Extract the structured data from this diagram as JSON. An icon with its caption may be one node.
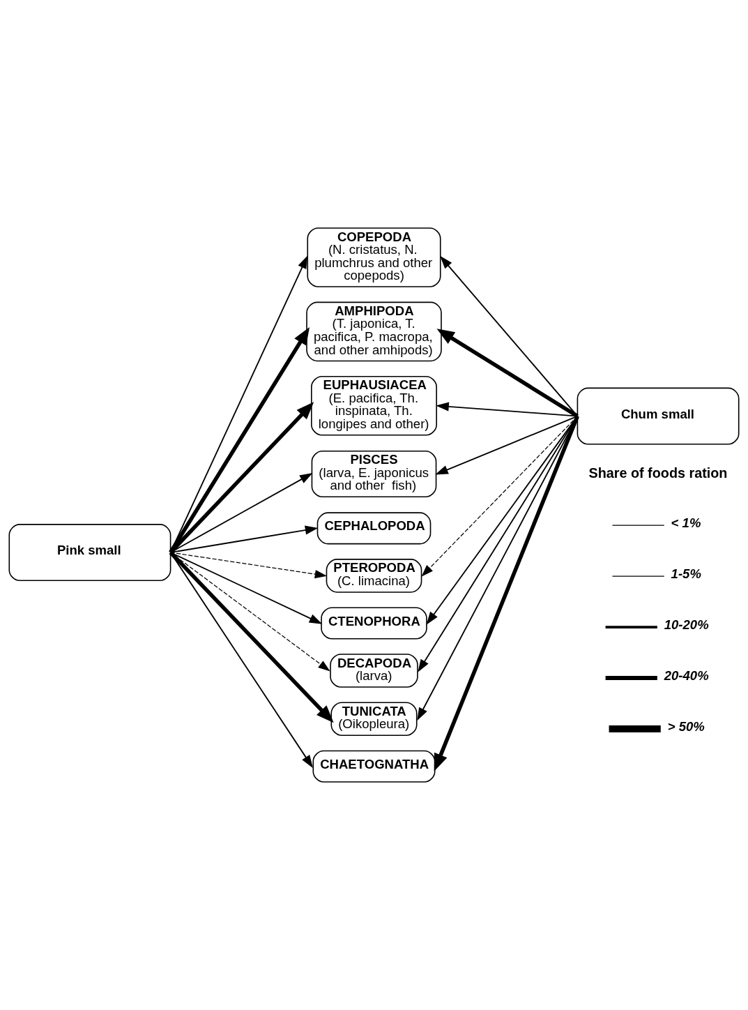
{
  "diagram": {
    "nodes": [
      {
        "text": [
          "COPEPODA",
          "(N. cristatus, N. plumchrus and other copepods)"
        ]
      },
      {
        "text": [
          "AMPHIPODA",
          "(T. japonica, T. pacifica, P. macropa, and other amhipods)"
        ]
      },
      {
        "text": [
          "Pink small"
        ]
      },
      {
        "text": [
          "EUPHAUSIACEA",
          "(E. pacifica, Th. inspinata, Th. longipes and other)"
        ]
      },
      {
        "text": [
          "Chum small"
        ]
      },
      {
        "text": [
          "PISCES",
          "(larva, E. japonicus and other  fish)"
        ]
      },
      {
        "text": [
          "CEPHALOPODA"
        ]
      },
      {
        "text": [
          "PTEROPODA",
          "(C. limacina)"
        ]
      },
      {
        "text": [
          "CTENOPHORA"
        ]
      },
      {
        "text": [
          "DECAPODA",
          "(larva)"
        ]
      },
      {
        "text": [
          "TUNICATA",
          "(Oikopleura)"
        ]
      },
      {
        "text": [
          "CHAETOGNATHA"
        ]
      }
    ],
    "edges": [
      {
        "from": 2,
        "to": 0,
        "arrow": "to"
      },
      {
        "from": 2,
        "to": 1,
        "arrow": "to",
        "style": "thick"
      },
      {
        "from": 2,
        "to": 3,
        "arrow": "to",
        "style": "thick"
      },
      {
        "from": 2,
        "to": 5,
        "arrow": "to"
      },
      {
        "from": 2,
        "to": 6,
        "arrow": "to"
      },
      {
        "from": 2,
        "to": 7,
        "arrow": "to",
        "style": "dashed"
      },
      {
        "from": 2,
        "to": 8,
        "arrow": "to"
      },
      {
        "from": 2,
        "to": 9,
        "arrow": "to",
        "style": "dashed"
      },
      {
        "from": 2,
        "to": 10,
        "arrow": "to",
        "style": "thick"
      },
      {
        "from": 2,
        "to": 11,
        "arrow": "to"
      },
      {
        "from": 4,
        "to": 0,
        "arrow": "to"
      },
      {
        "from": 4,
        "to": 1,
        "arrow": "to",
        "style": "thick"
      },
      {
        "from": 4,
        "to": 3,
        "arrow": "to"
      },
      {
        "from": 4,
        "to": 5,
        "arrow": "to"
      },
      {
        "from": 4,
        "to": 7,
        "arrow": "to",
        "style": "dashed"
      },
      {
        "from": 4,
        "to": 8,
        "arrow": "to"
      },
      {
        "from": 4,
        "to": 9,
        "arrow": "to"
      },
      {
        "from": 4,
        "to": 10,
        "arrow": "to"
      },
      {
        "from": 4,
        "to": 11,
        "arrow": "to",
        "style": "thick"
      }
    ],
    "labels": [
      "Share of foods ration"
    ],
    "legend": [
      {
        "text": "< 1%"
      },
      {
        "text": "1-5%"
      },
      {
        "text": "10-20%"
      },
      {
        "text": "20-40%"
      },
      {
        "text": "> 50%"
      }
    ]
  }
}
